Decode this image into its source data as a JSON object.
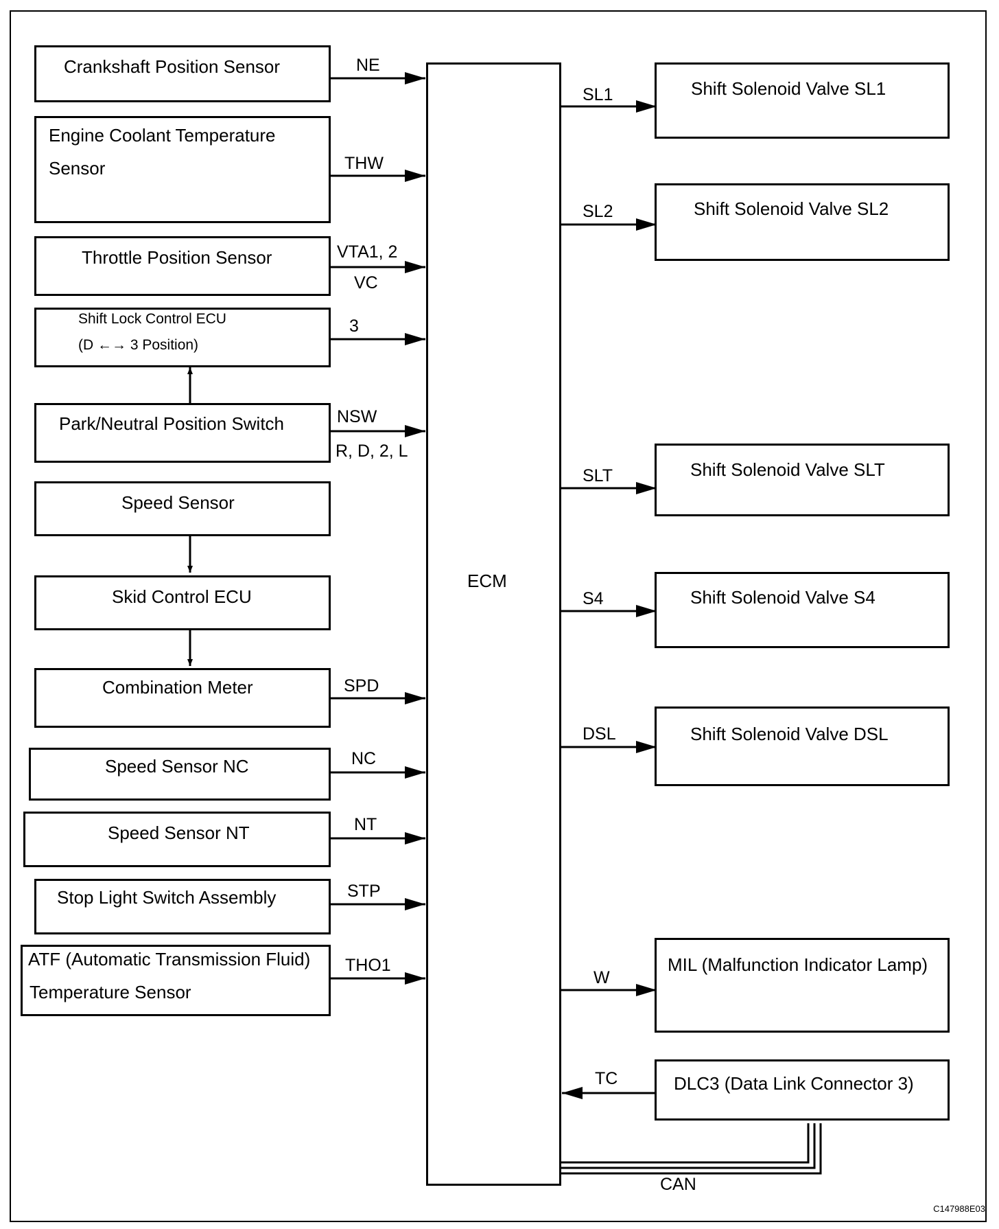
{
  "inputs": {
    "crankshaft": {
      "label": "Crankshaft Position Sensor",
      "signal": "NE"
    },
    "coolant": {
      "line1": "Engine Coolant Temperature",
      "line2": "Sensor",
      "signal": "THW"
    },
    "throttle": {
      "label": "Throttle Position Sensor",
      "signal": "VTA1, 2",
      "signal2": "VC"
    },
    "shift_lock": {
      "line1": "Shift Lock Control ECU",
      "line2": "(D ←→ 3 Position)",
      "signal": "3"
    },
    "park_neutral": {
      "label": "Park/Neutral Position Switch",
      "signal": "NSW",
      "signal2": "R, D, 2, L"
    },
    "speed_sensor": {
      "label": "Speed Sensor"
    },
    "skid_control": {
      "label": "Skid Control ECU"
    },
    "combination_meter": {
      "label": "Combination Meter",
      "signal": "SPD"
    },
    "speed_nc": {
      "label": "Speed Sensor NC",
      "signal": "NC"
    },
    "speed_nt": {
      "label": "Speed Sensor NT",
      "signal": "NT"
    },
    "stop_light": {
      "label": "Stop Light Switch Assembly",
      "signal": "STP"
    },
    "atf": {
      "line1": "ATF (Automatic Transmission Fluid)",
      "line2": "Temperature Sensor",
      "signal": "THO1"
    }
  },
  "ecm": {
    "label": "ECM"
  },
  "outputs": {
    "sl1": {
      "label": "Shift Solenoid Valve SL1",
      "signal": "SL1"
    },
    "sl2": {
      "label": "Shift Solenoid Valve SL2",
      "signal": "SL2"
    },
    "slt": {
      "label": "Shift Solenoid Valve SLT",
      "signal": "SLT"
    },
    "s4": {
      "label": "Shift Solenoid Valve S4",
      "signal": "S4"
    },
    "dsl": {
      "label": "Shift Solenoid Valve DSL",
      "signal": "DSL"
    },
    "mil": {
      "label": "MIL (Malfunction Indicator Lamp)",
      "signal": "W"
    },
    "dlc3": {
      "label": "DLC3 (Data Link Connector 3)",
      "signal": "TC"
    }
  },
  "bus": {
    "label": "CAN"
  },
  "figure_code": "C147988E03"
}
